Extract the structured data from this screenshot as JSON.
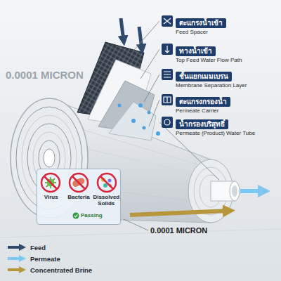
{
  "diagram": {
    "nodes": [
      {
        "text": [
          "ตะแกรงน้ำเข้า",
          "Feed Spacer"
        ]
      },
      {
        "text": [
          "ทางน้ำเข้า",
          "Top Feed Water Flow Path"
        ]
      },
      {
        "text": [
          "ชั้นแยกเมมเบรน",
          "Membrane Separation Layer"
        ]
      },
      {
        "text": [
          "ตะแกรงกรองน้ำ",
          "Permeate Carrier"
        ]
      },
      {
        "text": [
          "น้ำกรองบริสุทธิ์",
          "Permeate (Product) Water Tube"
        ]
      },
      {
        "text": [
          "Virus",
          "Bacteria",
          "Dissolved Solids",
          "Passing"
        ]
      }
    ],
    "labels": [
      "0.0001 MICRON",
      "0.0001 MICRON"
    ],
    "legend": [
      {
        "text": "Feed"
      },
      {
        "text": "Permeate"
      },
      {
        "text": "Concentrated Brine"
      }
    ]
  }
}
